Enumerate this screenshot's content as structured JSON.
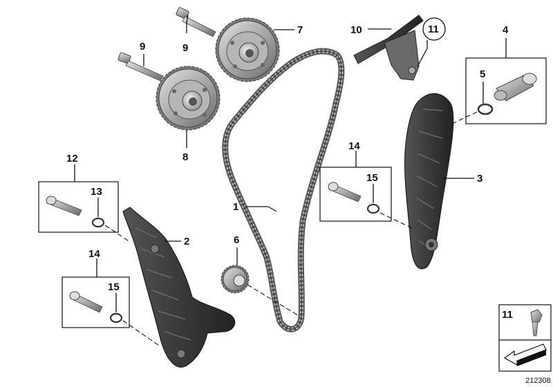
{
  "diagram": {
    "callouts": {
      "chain": "1",
      "guide_rail_left": "2",
      "guide_rail_right": "3",
      "tensioner": "4",
      "tensioner_seal": "5",
      "crank_sprocket": "6",
      "vanos_exhaust": "7",
      "vanos_intake": "8",
      "bolt_upper": "9",
      "bolt_lower": "9",
      "guide_top": "10",
      "guide_top_bolt": "11",
      "pin_left": "12",
      "ring_left": "13",
      "pin_left_lower": "14",
      "ring_left_lower": "15",
      "pin_right": "14",
      "ring_right": "15",
      "legend_bolt": "11"
    },
    "diagram_id": "212308",
    "colors": {
      "metal_light": "#c9c9c9",
      "metal_mid": "#9a9a9a",
      "metal_dark": "#5a5a5a",
      "plastic_dark": "#2e2e2e",
      "plastic_mid": "#4a4a4a",
      "line": "#111111"
    }
  }
}
